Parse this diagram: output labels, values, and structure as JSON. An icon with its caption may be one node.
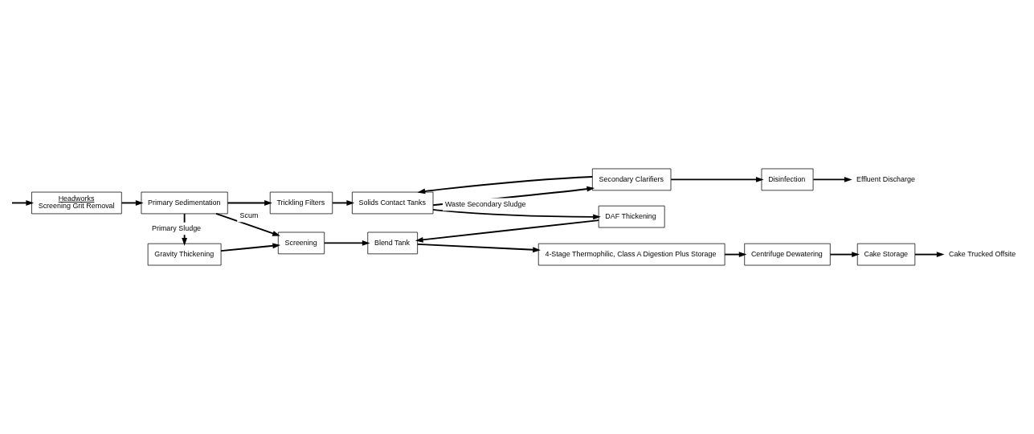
{
  "diagram": {
    "nodes": [
      {
        "text": [
          "Headworks",
          "Screening Grit Removal"
        ]
      },
      {
        "text": [
          "Primary Sedimentation"
        ]
      },
      {
        "text": [
          "Trickling Filters"
        ]
      },
      {
        "text": [
          "Solids Contact Tanks"
        ]
      },
      {
        "text": [
          "Secondary Clarifiers"
        ]
      },
      {
        "text": [
          "Disinfection"
        ]
      },
      {
        "text": [
          "Effluent Discharge"
        ]
      },
      {
        "text": [
          "DAF Thickening"
        ]
      },
      {
        "text": [
          "Blend Tank"
        ]
      },
      {
        "text": [
          "4-Stage Thermophilic, Class A Digestion Plus Storage"
        ]
      },
      {
        "text": [
          "Centrifuge Dewatering"
        ]
      },
      {
        "text": [
          "Cake Storage"
        ]
      },
      {
        "text": [
          "Cake Trucked Offsite"
        ]
      },
      {
        "text": [
          "Gravity Thickening"
        ]
      },
      {
        "text": [
          "Screening"
        ]
      }
    ],
    "edges": [
      {
        "from": null,
        "to": 0,
        "arrow": "to"
      },
      {
        "from": 0,
        "to": 1,
        "arrow": "to"
      },
      {
        "from": 1,
        "to": 2,
        "arrow": "to"
      },
      {
        "from": 2,
        "to": 3,
        "arrow": "to"
      },
      {
        "from": 3,
        "to": 4,
        "arrow": "to"
      },
      {
        "from": 4,
        "to": 5,
        "arrow": "to"
      },
      {
        "from": 5,
        "to": 6,
        "arrow": "to"
      },
      {
        "from": 4,
        "to": 3,
        "arrow": "to"
      },
      {
        "from": 1,
        "to": 14,
        "arrow": "to",
        "label": "Scum"
      },
      {
        "from": 1,
        "to": 13,
        "arrow": "to",
        "label": "Primary Sludge"
      },
      {
        "from": 3,
        "to": 7,
        "arrow": "to",
        "label": "Waste Secondary Sludge"
      },
      {
        "from": 7,
        "to": 8,
        "arrow": "to"
      },
      {
        "from": 13,
        "to": 14,
        "arrow": "to"
      },
      {
        "from": 14,
        "to": 8,
        "arrow": "to"
      },
      {
        "from": 8,
        "to": 9,
        "arrow": "to"
      },
      {
        "from": 9,
        "to": 10,
        "arrow": "to"
      },
      {
        "from": 10,
        "to": 11,
        "arrow": "to"
      },
      {
        "from": 11,
        "to": 12,
        "arrow": "to"
      }
    ]
  }
}
